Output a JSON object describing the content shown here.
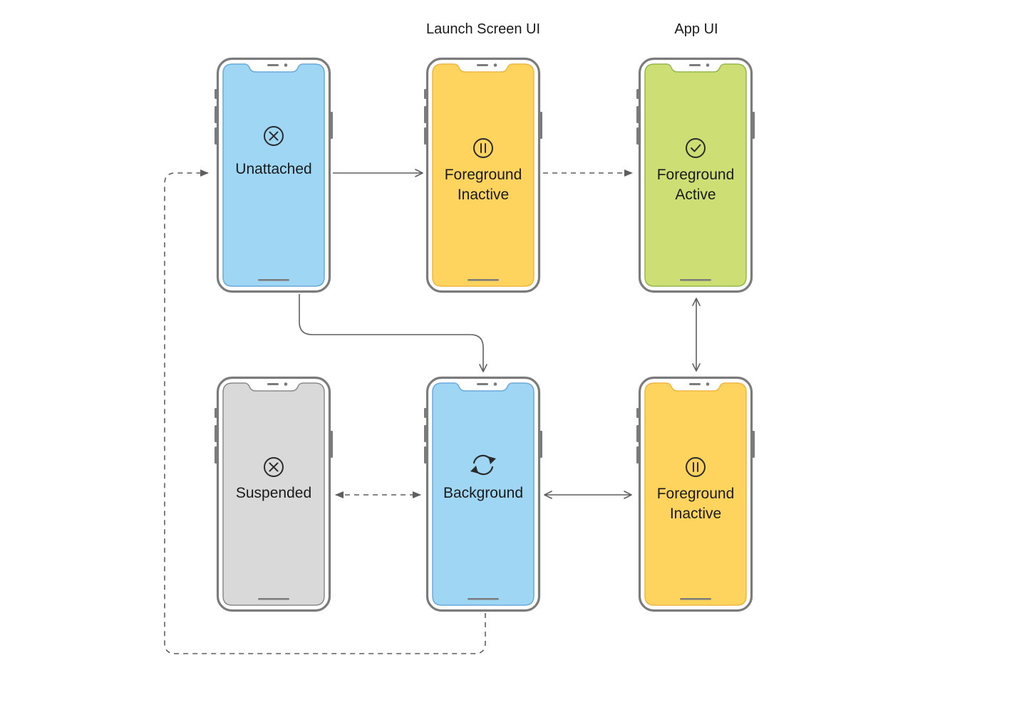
{
  "column_labels": {
    "launch_screen": "Launch Screen UI",
    "app_ui": "App UI"
  },
  "colors": {
    "blue": "#9fd6f3",
    "blue_border": "#6aa9dc",
    "yellow": "#fed45f",
    "yellow_border": "#f0b540",
    "green": "#cddf74",
    "green_border": "#93b84a",
    "gray": "#d9d9d9",
    "gray_border": "#8a8a8a",
    "frame": "#7b7b7b",
    "arrow": "#5f5f5f"
  },
  "states": [
    {
      "id": "unattached",
      "lines": [
        "Unattached"
      ],
      "icon": "close-circle-icon",
      "color": "blue"
    },
    {
      "id": "fg-inactive-launch",
      "lines": [
        "Foreground",
        "Inactive"
      ],
      "icon": "pause-circle-icon",
      "color": "yellow"
    },
    {
      "id": "fg-active",
      "lines": [
        "Foreground",
        "Active"
      ],
      "icon": "checkmark-circle-icon",
      "color": "green"
    },
    {
      "id": "suspended",
      "lines": [
        "Suspended"
      ],
      "icon": "close-circle-icon",
      "color": "gray"
    },
    {
      "id": "background",
      "lines": [
        "Background"
      ],
      "icon": "refresh-arrows-icon",
      "color": "blue"
    },
    {
      "id": "fg-inactive-app",
      "lines": [
        "Foreground",
        "Inactive"
      ],
      "icon": "pause-circle-icon",
      "color": "yellow"
    }
  ],
  "transitions": [
    {
      "from": "unattached",
      "to": "fg-inactive-launch",
      "style": "solid",
      "direction": "forward"
    },
    {
      "from": "fg-inactive-launch",
      "to": "fg-active",
      "style": "dashed",
      "direction": "forward"
    },
    {
      "from": "unattached",
      "to": "background",
      "style": "solid",
      "direction": "forward"
    },
    {
      "from": "fg-active",
      "to": "fg-inactive-app",
      "style": "solid",
      "direction": "both"
    },
    {
      "from": "suspended",
      "to": "background",
      "style": "dashed",
      "direction": "both"
    },
    {
      "from": "background",
      "to": "fg-inactive-app",
      "style": "solid",
      "direction": "both"
    },
    {
      "from": "background",
      "to": "unattached",
      "style": "dashed",
      "direction": "forward"
    }
  ]
}
